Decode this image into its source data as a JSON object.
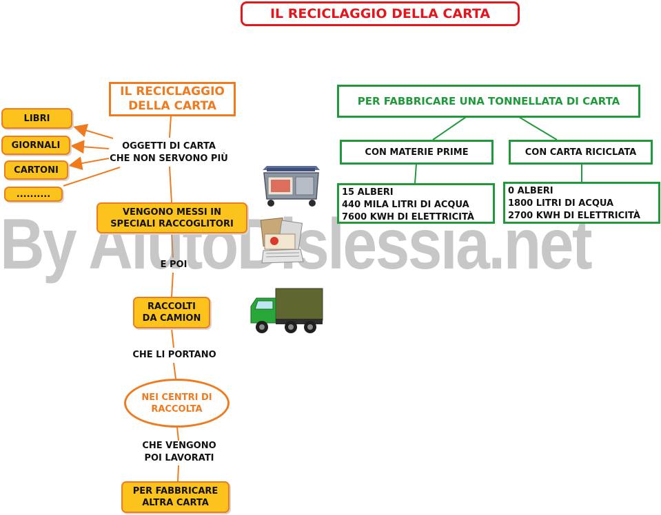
{
  "title": "IL RECICLAGGIO DELLA CARTA",
  "left": {
    "root": "IL RECICLAGGIO\nDELLA CARTA",
    "objects_label": "OGGETTI DI CARTA\nCHE NON SERVONO PIÙ",
    "objects": [
      "LIBRI",
      "GIORNALI",
      "CARTONI",
      ".........."
    ],
    "step1": "VENGONO MESSI IN\nSPECIALI RACCOGLITORI",
    "link1": "E POI",
    "step2": "RACCOLTI\nDA CAMION",
    "link2": "CHE LI PORTANO",
    "step3": "NEI CENTRI DI\nRACCOLTA",
    "link3": "CHE VENGONO\nPOI LAVORATI",
    "step4": "PER FABBRICARE\nALTRA CARTA"
  },
  "right": {
    "root": "PER FABBRICARE UNA TONNELLATA DI CARTA",
    "branch_a": "CON MATERIE PRIME",
    "branch_b": "CON CARTA RICICLATA",
    "data_a": "15 ALBERI\n440 MILA LITRI DI ACQUA\n7600 KWH DI ELETTRICITÀ",
    "data_b": "0 ALBERI\n1800 LITRI DI ACQUA\n2700 KWH DI ELETTRICITÀ"
  },
  "watermark": "By AiutoDislessia.net",
  "colors": {
    "title": "#e4161d",
    "orange": "#f07a1e",
    "yellow": "#fdc31d",
    "green": "#1e9a3a"
  },
  "icons": [
    "recycling-bin-icon",
    "waste-paper-icon",
    "truck-icon"
  ]
}
